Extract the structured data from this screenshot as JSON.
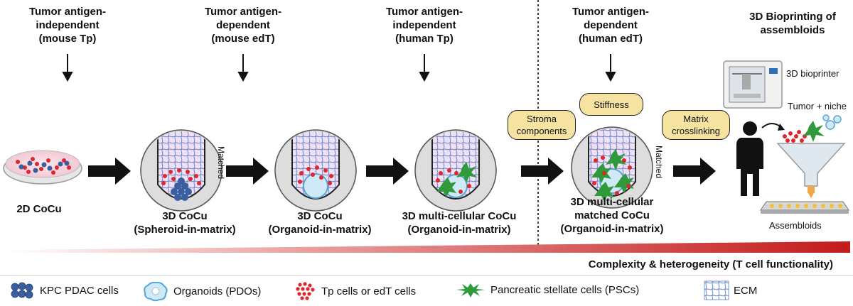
{
  "headers": [
    {
      "text": "Tumor antigen-\nindependent\n(mouse Tp)"
    },
    {
      "text": "Tumor antigen-\ndependent\n(mouse edT)"
    },
    {
      "text": "Tumor antigen-\nindependent\n(human Tp)"
    },
    {
      "text": "Tumor antigen-\ndependent\n(human edT)"
    },
    {
      "text": "3D Bioprinting of\nassembloids"
    }
  ],
  "stages": [
    {
      "label": "2D CoCu"
    },
    {
      "label": "3D CoCu\n(Spheroid-in-matrix)"
    },
    {
      "label": "3D CoCu\n(Organoid-in-matrix)"
    },
    {
      "label": "3D multi-cellular CoCu\n(Organoid-in-matrix)"
    },
    {
      "label": "3D multi-cellular\nmatched CoCu\n(Organoid-in-matrix)"
    }
  ],
  "matched_label": "Matched",
  "factors": {
    "stroma": "Stroma\ncomponents",
    "stiffness": "Stiffness",
    "matrix": "Matrix\ncrosslinking"
  },
  "bioprint": {
    "printer": "3D bioprinter",
    "tumor_niche": "Tumor + niche",
    "assembloids": "Assembloids"
  },
  "gradient_label": "Complexity & heterogeneity (T cell functionality)",
  "legend": [
    {
      "label": "KPC PDAC cells",
      "icon": "kpc-cells-icon"
    },
    {
      "label": "Organoids (PDOs)",
      "icon": "organoid-icon"
    },
    {
      "label": "Tp cells or edT cells",
      "icon": "t-cells-icon"
    },
    {
      "label": "Pancreatic stellate cells (PSCs)",
      "icon": "psc-icon"
    },
    {
      "label": "ECM",
      "icon": "ecm-icon"
    }
  ],
  "colors": {
    "red_cell": "#e0262b",
    "blue_cell": "#3a5fa0",
    "gradient_end": "#c41b1b",
    "pill": "#f6e3a1",
    "green_psc": "#2f9a3a"
  }
}
